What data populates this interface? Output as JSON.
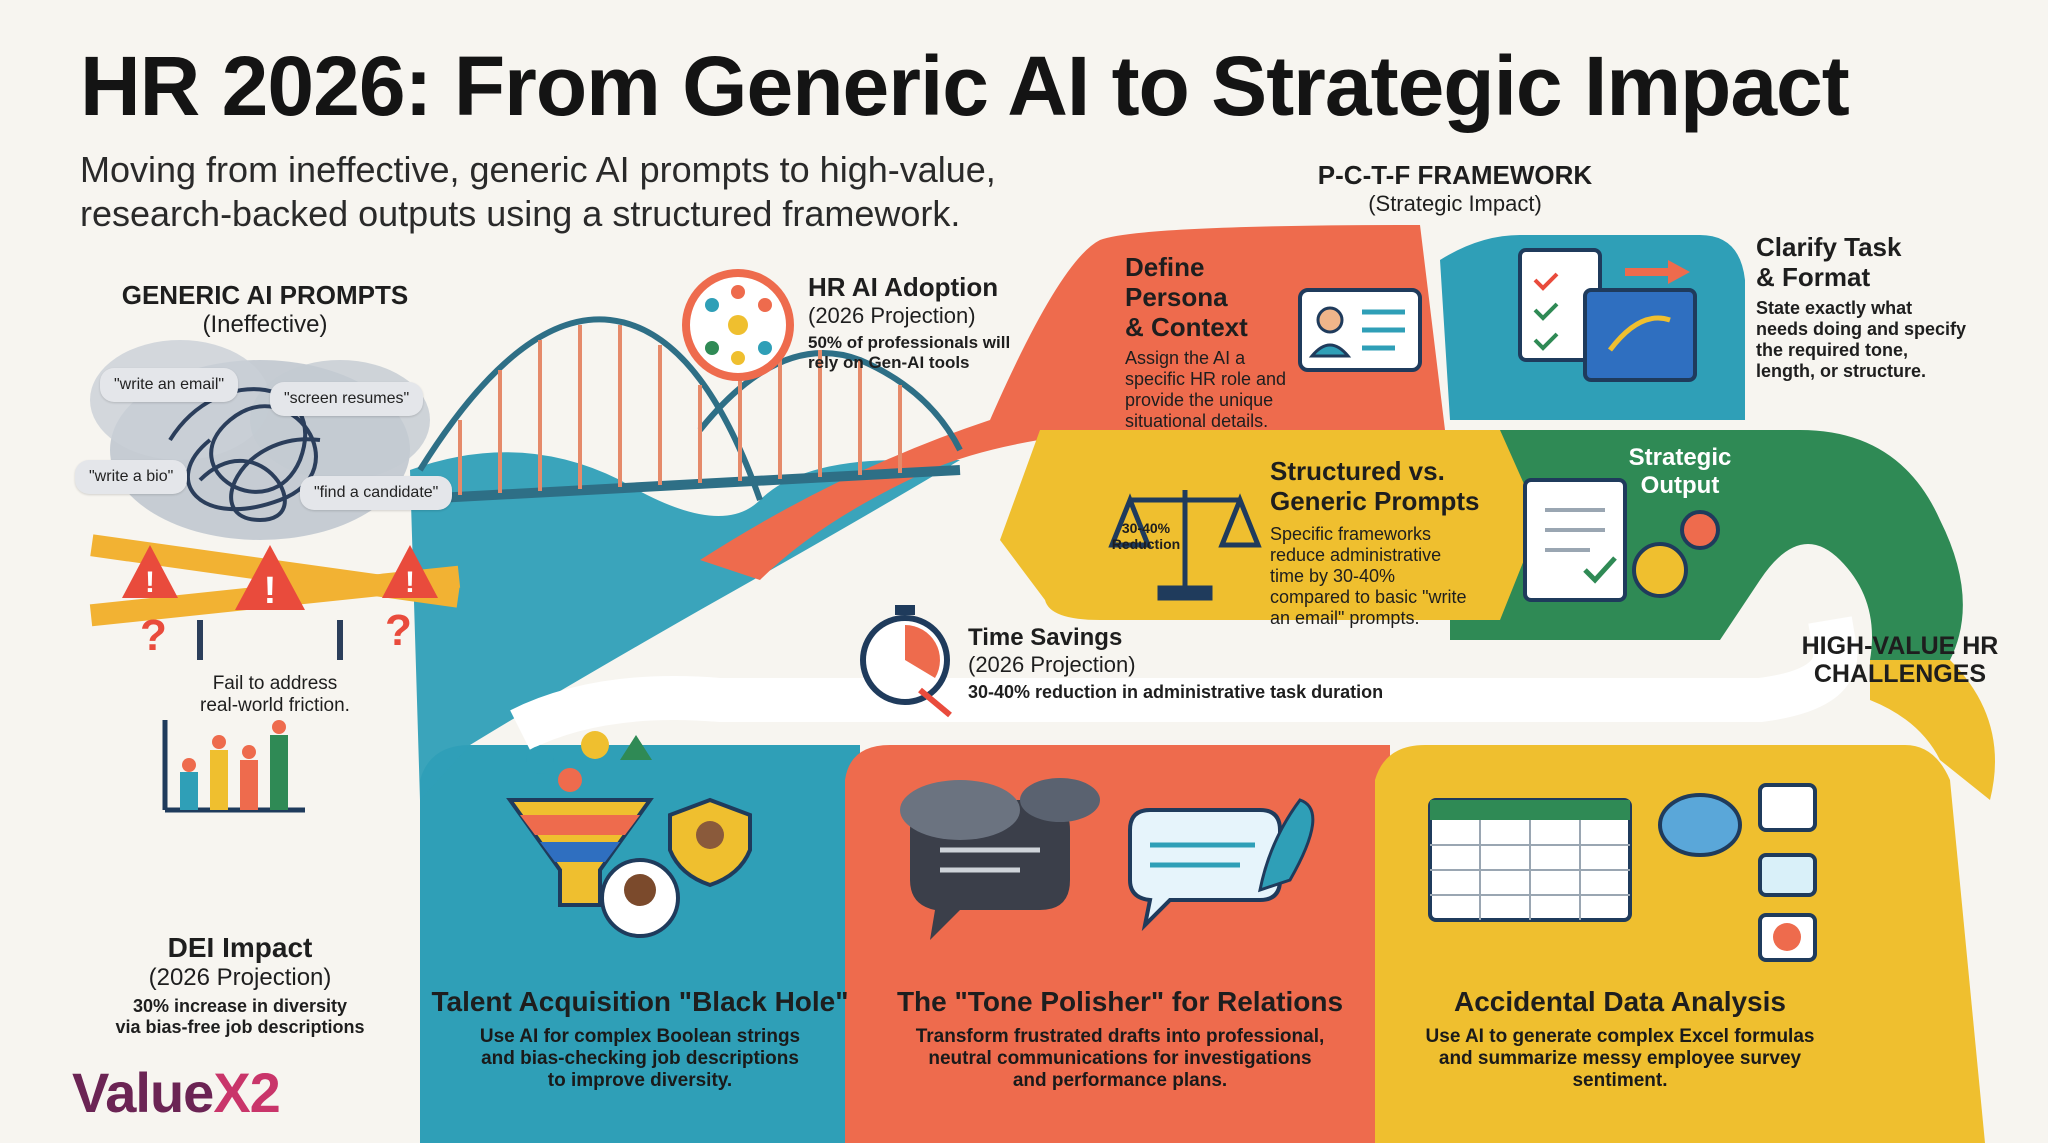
{
  "header": {
    "title": "HR 2026: From Generic AI to Strategic Impact",
    "subtitle_line1": "Moving from ineffective, generic AI prompts to high-value,",
    "subtitle_line2": "research-backed outputs using a structured framework."
  },
  "generic": {
    "heading": "GENERIC AI PROMPTS",
    "subheading": "(Ineffective)",
    "prompts": [
      "\"write an email\"",
      "\"screen resumes\"",
      "\"write a bio\"",
      "\"find a candidate\""
    ],
    "caption_line1": "Fail to address",
    "caption_line2": "real-world friction."
  },
  "adoption": {
    "title": "HR AI Adoption",
    "projection": "(2026 Projection)",
    "body_line1": "50% of professionals will",
    "body_line2": "rely on Gen-AI tools"
  },
  "framework": {
    "title": "P-C-T-F FRAMEWORK",
    "subtitle": "(Strategic Impact)"
  },
  "persona": {
    "title_line1": "Define Persona",
    "title_line2": "& Context",
    "body": [
      "Assign the AI a",
      "specific HR role and",
      "provide the unique",
      "situational details."
    ]
  },
  "task": {
    "title_line1": "Clarify Task",
    "title_line2": "& Format",
    "body": [
      "State exactly what",
      "needs doing and specify",
      "the required tone,",
      "length, or structure."
    ]
  },
  "structured": {
    "title_line1": "Structured vs.",
    "title_line2": "Generic Prompts",
    "badge_value": "30-40%",
    "badge_label": "Reduction",
    "body": [
      "Specific frameworks",
      "reduce administrative",
      "time by 30-40%",
      "compared to basic \"write",
      "an email\" prompts."
    ]
  },
  "strategic_output": {
    "line1": "Strategic",
    "line2": "Output"
  },
  "time_savings": {
    "title": "Time Savings",
    "projection": "(2026 Projection)",
    "body": "30-40% reduction in administrative task duration"
  },
  "challenges": {
    "line1": "HIGH-VALUE HR",
    "line2": "CHALLENGES"
  },
  "dei": {
    "title": "DEI Impact",
    "projection": "(2026 Projection)",
    "body_line1": "30% increase in diversity",
    "body_line2": "via bias-free job descriptions"
  },
  "talent": {
    "title": "Talent Acquisition \"Black Hole\"",
    "body": [
      "Use AI for complex Boolean strings",
      "and bias-checking job descriptions",
      "to improve diversity."
    ]
  },
  "tone": {
    "title": "The \"Tone Polisher\" for Relations",
    "body": [
      "Transform frustrated drafts into professional,",
      "neutral communications for investigations",
      "and performance plans."
    ]
  },
  "data_analysis": {
    "title": "Accidental Data Analysis",
    "body": [
      "Use AI to generate complex Excel formulas",
      "and summarize messy employee survey",
      "sentiment."
    ]
  },
  "logo": {
    "part1": "Value",
    "part2": "X2"
  },
  "colors": {
    "orange": "#ee6b4d",
    "teal": "#2f9fb7",
    "yellow": "#efbf2f",
    "green": "#2f8a55",
    "navy": "#1f3b5c",
    "logo_purple": "#6b2454",
    "logo_pink": "#c9356a"
  }
}
